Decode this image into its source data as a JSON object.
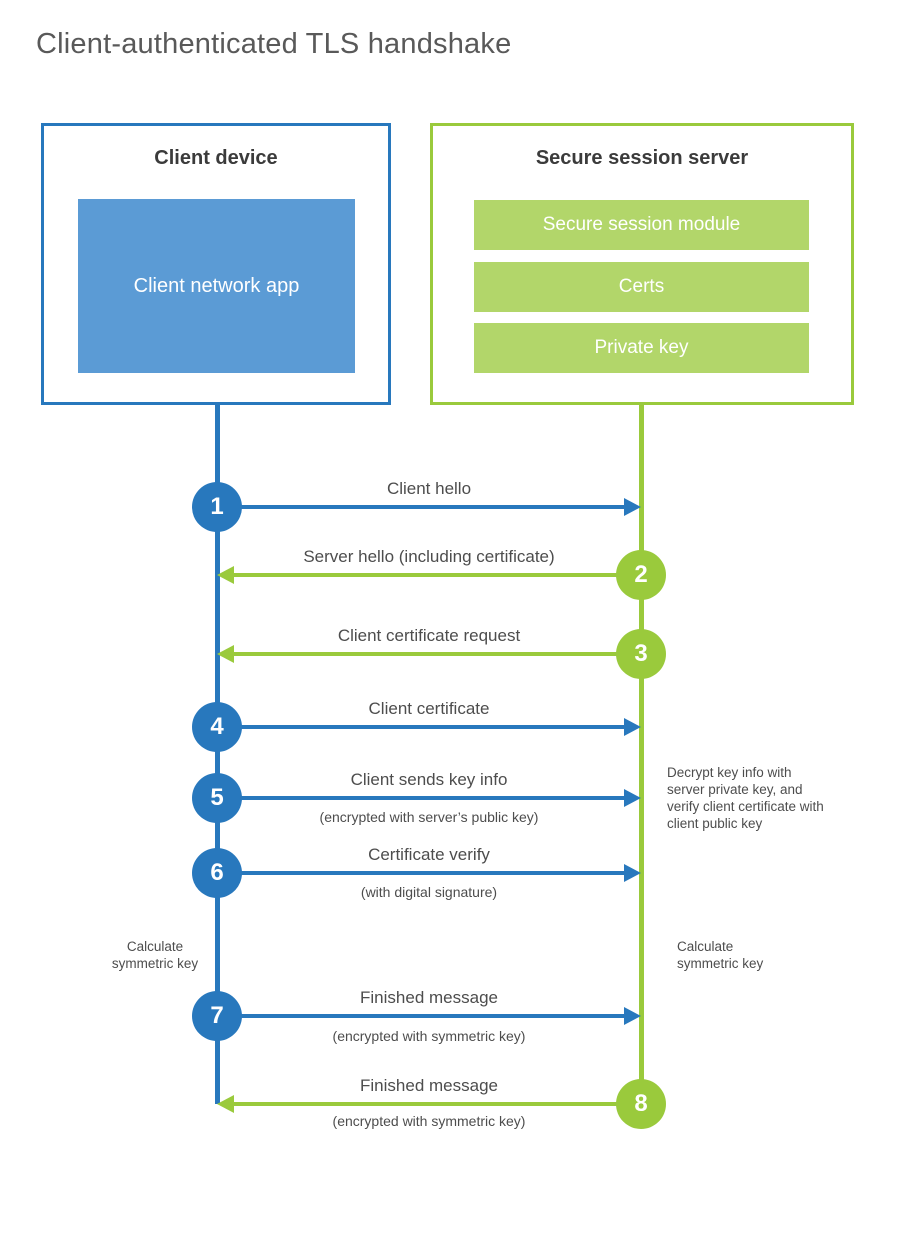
{
  "title": "Client-authenticated TLS handshake",
  "client_box": {
    "title": "Client device",
    "app_label": "Client network app"
  },
  "server_box": {
    "title": "Secure session server",
    "modules": [
      "Secure session module",
      "Certs",
      "Private key"
    ]
  },
  "messages": [
    {
      "num": "1",
      "from": "client",
      "to": "server",
      "label": "Client hello"
    },
    {
      "num": "2",
      "from": "server",
      "to": "client",
      "label": "Server hello (including certificate)"
    },
    {
      "num": "3",
      "from": "server",
      "to": "client",
      "label": "Client certificate request"
    },
    {
      "num": "4",
      "from": "client",
      "to": "server",
      "label": "Client certificate"
    },
    {
      "num": "5",
      "from": "client",
      "to": "server",
      "label": "Client sends key info",
      "sublabel": "(encrypted with server’s public key)"
    },
    {
      "num": "6",
      "from": "client",
      "to": "server",
      "label": "Certificate verify",
      "sublabel": "(with digital signature)"
    },
    {
      "num": "7",
      "from": "client",
      "to": "server",
      "label": "Finished message",
      "sublabel": "(encrypted with symmetric key)"
    },
    {
      "num": "8",
      "from": "server",
      "to": "client",
      "label": "Finished message",
      "sublabel": "(encrypted with symmetric key)"
    }
  ],
  "notes": {
    "decrypt": "Decrypt key info with server private key, and verify client certificate with client public key",
    "calc_client": "Calculate symmetric key",
    "calc_server": "Calculate symmetric key"
  },
  "colors": {
    "client_blue": "#2878bd",
    "client_blue_light": "#5b9bd5",
    "server_green": "#9aca3c",
    "server_green_light": "#b2d66a",
    "text_gray": "#4d4d4d"
  }
}
